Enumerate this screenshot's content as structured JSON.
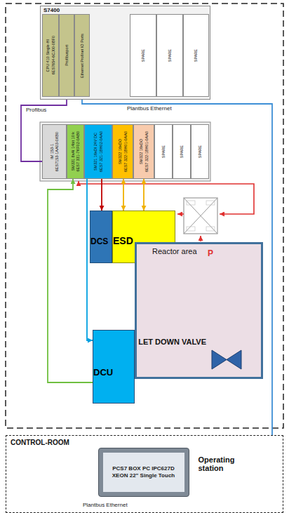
{
  "diagram": {
    "nodes": [
      {
        "text": [
          "S7400"
        ]
      },
      {
        "text": [
          "CPU 410 Single-HI",
          "6ES7654-6CJ00-0BF0"
        ],
        "in": 0
      },
      {
        "text": [
          "Profibusport"
        ],
        "in": 0
      },
      {
        "text": [
          "Ethernet Profinet IO Ports"
        ],
        "in": 0
      },
      {
        "text": [
          "SPARE"
        ],
        "in": 0
      },
      {
        "text": [
          "SPARE"
        ],
        "in": 0
      },
      {
        "text": [
          "SPARE"
        ],
        "in": 0
      },
      {
        "text": [
          "IM 153-1",
          "6ES7153-1AA03-0XB0"
        ]
      },
      {
        "text": [
          "SM331 8xAI 14bit 10 k",
          "6ES7 331-7KF02-0AB0"
        ]
      },
      {
        "text": [
          "SM321 16xDI 24V DC",
          "6ES7 321-1BH02-0AA0"
        ]
      },
      {
        "text": [
          "SM322 16xDO",
          "6ES7 322-1BH01-0AA0"
        ]
      },
      {
        "text": [
          "SM322 16xDO",
          "6ES7 322-1BH01-0AA0"
        ]
      },
      {
        "text": [
          "SPARE"
        ]
      },
      {
        "text": [
          "SPARE"
        ]
      },
      {
        "text": [
          "SPARE"
        ]
      },
      {
        "text": [
          "DCS"
        ]
      },
      {
        "text": [
          "ESD"
        ]
      },
      {
        "text": [
          "Reactor area"
        ]
      },
      {
        "text": [
          "LET DOWN VALVE"
        ],
        "in": 17
      },
      {
        "text": [
          "DCU"
        ]
      },
      {
        "text": [
          "CONTROL-ROOM"
        ]
      },
      {
        "text": [
          "PCS7 BOX PC IPC627D XEON 22\" Single Touch",
          "Operating station"
        ],
        "in": 20
      }
    ],
    "edges": [
      {
        "from": 2,
        "to": 7,
        "arrow": "none",
        "label": "Profibus"
      },
      {
        "from": 3,
        "to": 21,
        "arrow": "none",
        "label": "Plantbus Ethernet"
      },
      {
        "from": 19,
        "to": 8,
        "arrow": "to"
      },
      {
        "from": 9,
        "to": 19,
        "arrow": "to"
      },
      {
        "from": 9,
        "to": 15,
        "arrow": "to"
      },
      {
        "from": 10,
        "to": 16,
        "arrow": "both"
      },
      {
        "from": 11,
        "to": 16,
        "arrow": "both"
      },
      {
        "from": 19,
        "to": 18,
        "arrow": "to"
      },
      {
        "from": 18,
        "to": 19,
        "arrow": "to"
      }
    ],
    "labels": [
      "P",
      "Plantbus Ethernet"
    ]
  }
}
